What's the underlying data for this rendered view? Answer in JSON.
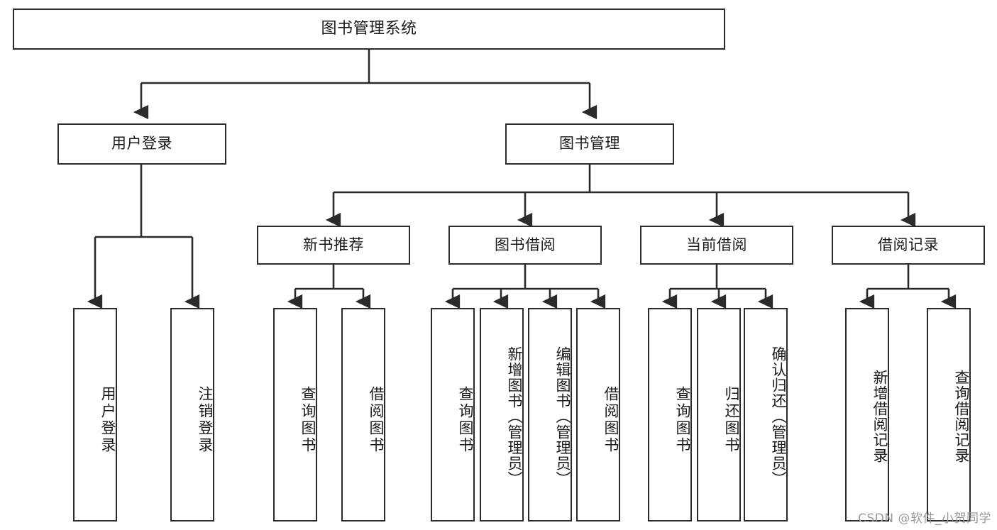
{
  "diagram": {
    "title": "图书管理系统",
    "type": "tree-hierarchy",
    "watermark": "CSDN @软件_小贺同学",
    "colors": {
      "stroke": "#2b2b2b",
      "background": "#ffffff",
      "text": "#1a1a1a",
      "watermark": "#9a9a9a"
    },
    "levels": {
      "root": {
        "label": "图书管理系统"
      },
      "level1": [
        {
          "label": "用户登录"
        },
        {
          "label": "图书管理"
        }
      ],
      "level2": [
        {
          "label": "新书推荐"
        },
        {
          "label": "图书借阅"
        },
        {
          "label": "当前借阅"
        },
        {
          "label": "借阅记录"
        }
      ],
      "leaves": {
        "user_login": [
          {
            "label": "用户登录"
          },
          {
            "label": "注销登录"
          }
        ],
        "new_book_recommend": [
          {
            "label": "查询图书"
          },
          {
            "label": "借阅图书"
          }
        ],
        "book_borrow": [
          {
            "label": "查询图书"
          },
          {
            "label": "新增图书（管理员）"
          },
          {
            "label": "编辑图书（管理员）"
          },
          {
            "label": "借阅图书"
          }
        ],
        "current_borrow": [
          {
            "label": "查询图书"
          },
          {
            "label": "归还图书"
          },
          {
            "label": "确认归还（管理员）"
          }
        ],
        "borrow_record": [
          {
            "label": "新增借阅记录"
          },
          {
            "label": "查询借阅记录"
          }
        ]
      }
    }
  }
}
